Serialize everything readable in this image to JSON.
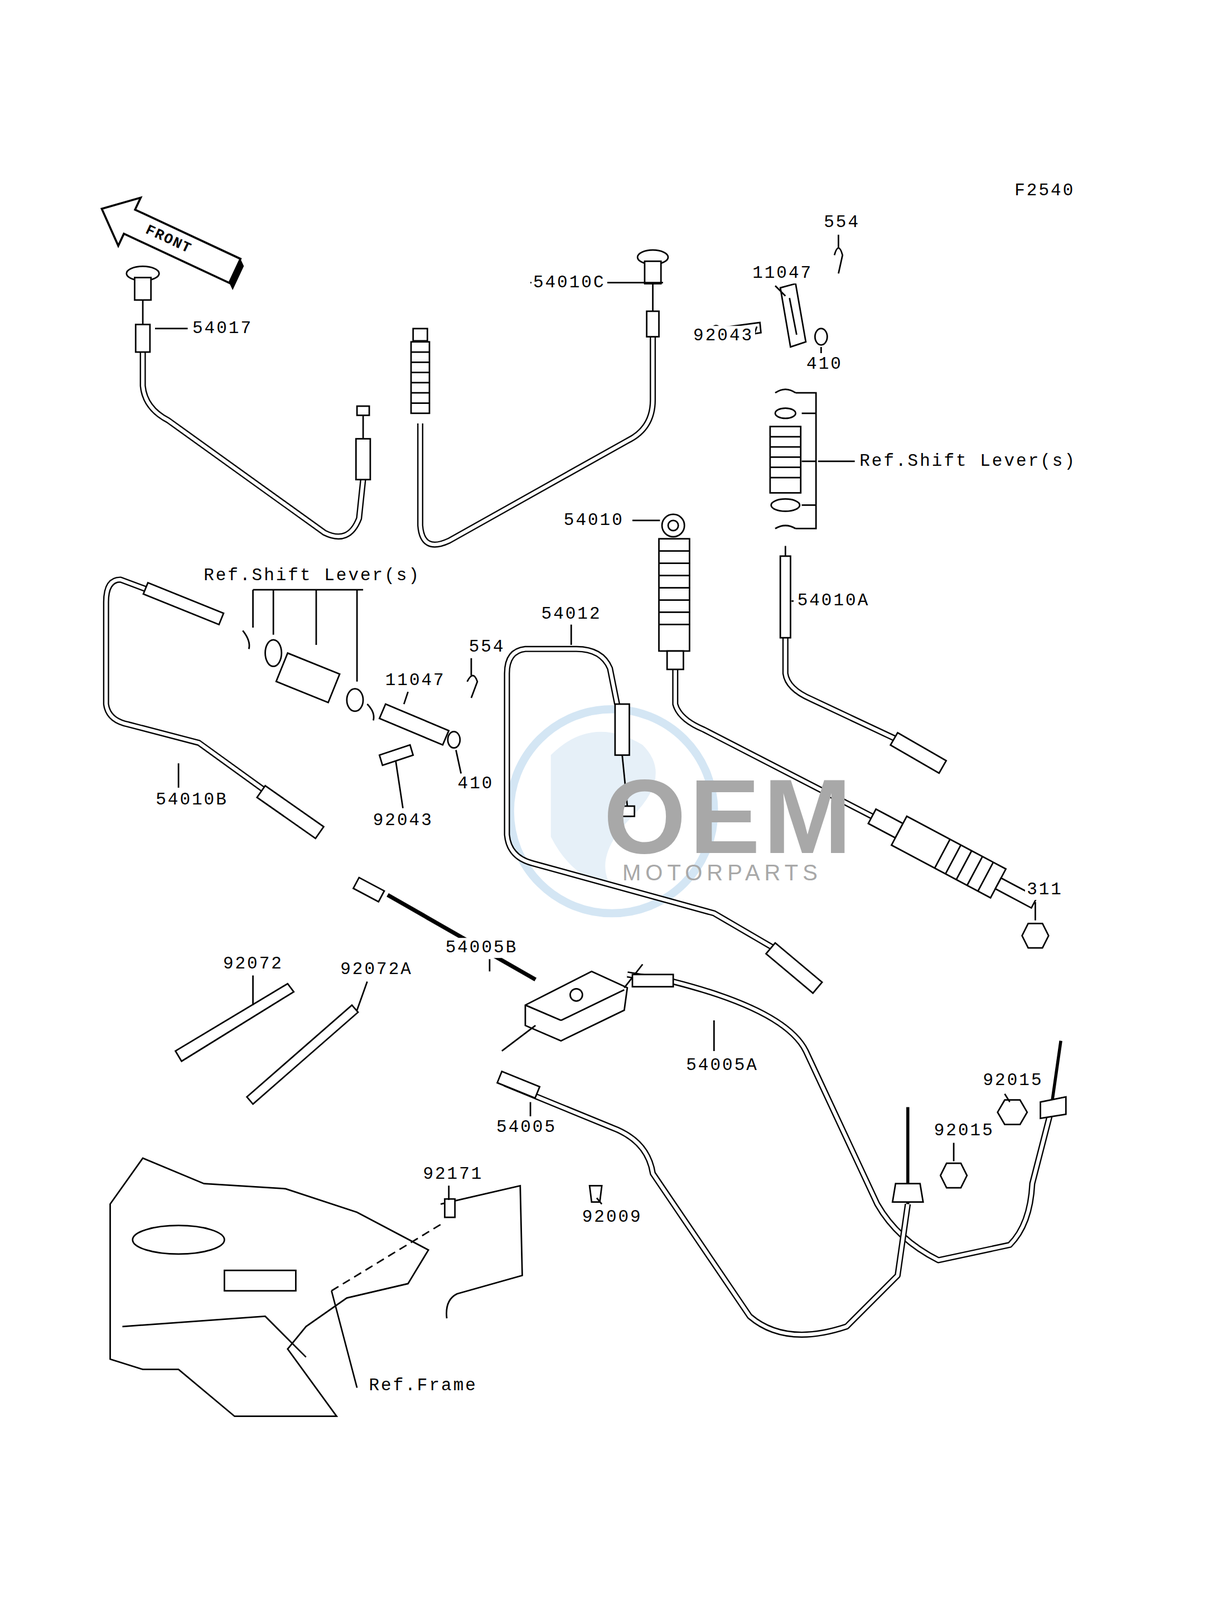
{
  "diagram": {
    "labels": [
      "F2540",
      "FRONT",
      "54017",
      "54010C",
      "554",
      "11047",
      "92043",
      "410",
      "Ref.Shift Lever(s)",
      "54010",
      "54010A",
      "Ref.Shift Lever(s)",
      "54012",
      "554",
      "11047",
      "54010B",
      "92043",
      "410",
      "311",
      "54005B",
      "92072",
      "92072A",
      "54005A",
      "92015",
      "92015",
      "54005",
      "92171",
      "92009",
      "Ref.Frame",
      "OEM",
      "MOTORPARTS"
    ]
  }
}
